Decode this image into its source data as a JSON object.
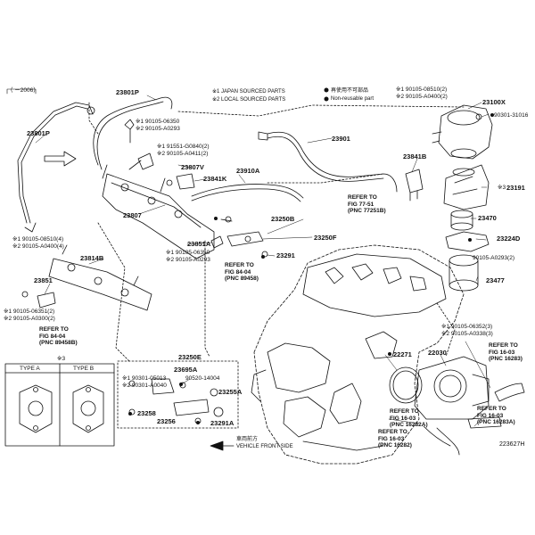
{
  "callouts": {
    "p_2006": "（ －2006）",
    "p_23801p_top": "23801P",
    "p_23801p_left": "23801P",
    "p_23807": "23807",
    "p_23807v": "23807V",
    "p_23841k": "23841K",
    "p_23910a": "23910A",
    "p_23901": "23901",
    "p_23841b": "23841B",
    "p_23100x": "23100X",
    "p_23191": "23191",
    "p_23470": "23470",
    "p_23224d": "23224D",
    "p_23477": "23477",
    "p_23250b": "23250B",
    "p_23250f": "23250F",
    "p_23851a": "23851A",
    "p_23291": "23291",
    "p_23814b": "23814B",
    "p_23851": "23851",
    "p_22271": "22271",
    "p_22030": "22030",
    "p_23250e": "23250E",
    "p_23695a": "23695A",
    "p_23258": "23258",
    "p_23256": "23256",
    "p_23255a": "23255A",
    "p_23291a": "23291A"
  },
  "notes": {
    "n_06350": "※1 90105-06350",
    "n_a0293a": "※2 90105-A0293",
    "n_g0840": "※1 91551-G0840(2)",
    "n_a0411": "※2 90105-A0411(2)",
    "n_08510a": "※1 90105-08510(4)",
    "n_a0400a": "※2 90105-A0400(4)",
    "n_06351": "※1 90105-06351(2)",
    "n_a0300": "※2 90105-A0300(2)",
    "n_08510b": "※1 90105-08510(2)",
    "n_a0400b": "※2 90105-A0400(2)",
    "n_31016": "90301-31016",
    "n_s3_23191": "※3",
    "n_a0293b": "90105-A0293(2)",
    "n_06352": "※1 90105-06352(3)",
    "n_a0338": "※2 90105-A0338(3)",
    "n_06350b": "※1 90105-06350",
    "n_a0293c": "※2 90105-A0293",
    "n_05013": "※1 90301-05013",
    "n_a0040": "※2 90301-A0040",
    "n_14004": "90520-14004",
    "n_s3_box": "※3"
  },
  "legend": {
    "japan": "※1 JAPAN SOURCED PARTS",
    "local": "※2 LOCAL SOURCED PARTS",
    "jp_nonreuse": "再使用不可部品",
    "nonreuse": "Non-reusable part"
  },
  "refs": {
    "r1_l1": "REFER TO",
    "r1_l2": "FIG 77-51",
    "r1_l3": "(PNC 77251B)",
    "r2_l1": "REFER TO",
    "r2_l2": "FIG 84-04",
    "r2_l3": "(PNC 89458B)",
    "r3_l1": "REFER TO",
    "r3_l2": "FIG 84-04",
    "r3_l3": "(PNC 89458)",
    "r4_l1": "REFER TO",
    "r4_l2": "FIG 16-03",
    "r4_l3": "(PNC 16283)",
    "r5_l1": "REFER TO",
    "r5_l2": "FIG 16-03",
    "r5_l3": "(PNC 16283A)",
    "r6_l1": "REFER TO",
    "r6_l2": "FIG 16-03",
    "r6_l3": "(PNC 16282A)",
    "r7_l1": "REFER TO",
    "r7_l2": "FIG 16-03",
    "r7_l3": "(PNC 16282)"
  },
  "types": {
    "a": "TYPE A",
    "b": "TYPE B"
  },
  "front": {
    "jp": "車両前方",
    "en": "VEHICLE FRONT SIDE"
  },
  "diagram_code": "223627H"
}
